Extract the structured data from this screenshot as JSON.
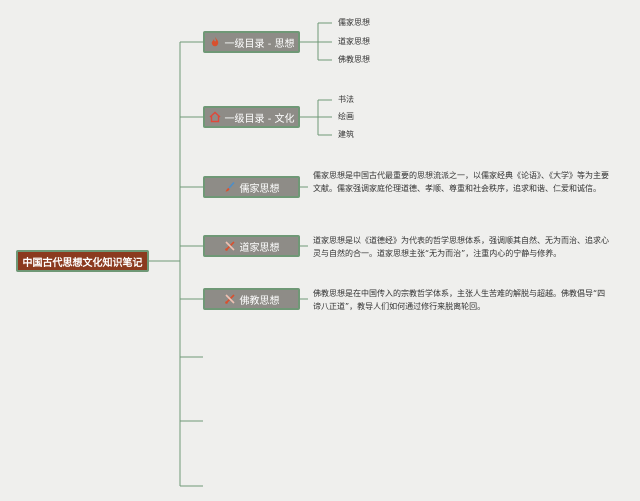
{
  "root": {
    "label": "中国古代思想文化知识笔记"
  },
  "branches": [
    {
      "label": "一级目录 - 思想",
      "icon": "fire-icon"
    },
    {
      "label": "一级目录 - 文化",
      "icon": "house-icon"
    },
    {
      "label": "儒家思想",
      "icon": "brush-icon"
    },
    {
      "label": "道家思想",
      "icon": "tools-icon"
    },
    {
      "label": "佛教思想",
      "icon": "tools-icon"
    }
  ],
  "thought_leaves": [
    "儒家思想",
    "道家思想",
    "佛教思想"
  ],
  "culture_leaves": [
    "书法",
    "绘画",
    "建筑"
  ],
  "notes": {
    "confucian": "儒家思想是中国古代最重要的思想流派之一，以儒家经典《论语》、《大学》等为主要文献。儒家强调家庭伦理道德、孝顺、尊重和社会秩序，追求和谐、仁爱和诚信。",
    "taoist": "道家思想是以《道德经》为代表的哲学思想体系，强调顺其自然、无为而治、追求心灵与自然的合一。道家思想主张“无为而治”，注重内心的宁静与修养。",
    "buddhist": "佛教思想是在中国传入的宗教哲学体系，主张人生苦难的解脱与超越。佛教倡导“四谛八正道”，教导人们如何通过修行来脱离轮回。"
  },
  "colors": {
    "background": "#efefed",
    "line": "#6f9876",
    "root_fill": "#8b3a1f",
    "branch_fill": "#8e8c87",
    "icon_accent": "#d9502e"
  }
}
